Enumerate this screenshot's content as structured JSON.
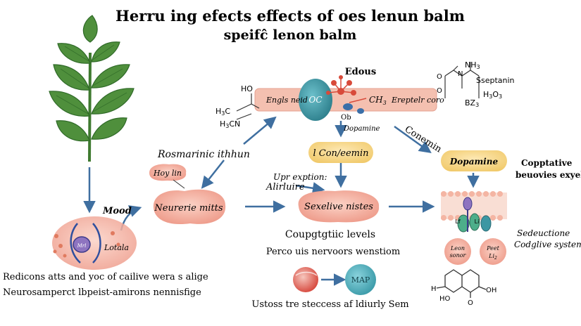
{
  "title": {
    "line1": "Herru ing efects effects of oes lenun balm",
    "line2": "speifĉ lenon balm"
  },
  "labels": {
    "edous": "Edous",
    "engls_neid": "Engls neid",
    "oc": "OC",
    "ch3": "CH",
    "ch3_sub": "3",
    "ereptelr_coro": "Ereptelr coro",
    "ob": "Ob",
    "dopamine_small": "Dopamine",
    "conemin": "Conemin",
    "con_eemin": "l Con/eemin",
    "dopamine_pill": "Dopamine",
    "copptative_line1": "Copptative",
    "copptative_line2": "beuovies exyeh",
    "rosmarinic": "Rosmarinic ithhun",
    "hoyhin": "Hoy lin",
    "upr_exption": "Upr exption:",
    "alirluire": "Alirluire",
    "mood": "Mood",
    "neurerie_mitts": "Neurerie mitts",
    "sexelive_nistes": "Sexelive nistes",
    "coupgtic_levels": "Coupgtgtiic levels",
    "perco_nervoors": "Perco uis nervoors wenstiom",
    "lotala": "Lotala",
    "mrl": "Mrl",
    "sedeuctione_line1": "Sedeuctione",
    "sedeuctione_line2": "Codglive system",
    "leon_line1": "Leon",
    "leon_line2": "sonor",
    "peet_line1": "Peet",
    "peet_line2": "Li",
    "peet_line2_sub": "2",
    "lf": "Lf",
    "li": "Li",
    "reducons_line1": "Redicons atts and yoc of cailive wera s alige",
    "reducons_line2": "Neurosamperct lbpeist-amirons nennisfige",
    "map": "MAP",
    "ustoss": "Ustoss tre steccess af ldiurly Sem"
  },
  "chem": {
    "ho_top": "HO",
    "h3c_1": "H",
    "h3c_1_sub": "3",
    "h3c_1_rest": "C",
    "h3cn": "H",
    "h3cn_sub": "3",
    "h3cn_rest": "CN",
    "nh3": "NH",
    "nh3_sub": "3",
    "o_left": "O",
    "o_left2": "O",
    "n_right": "N",
    "sseptanin": "Sseptanin",
    "h3o3": "H",
    "h3o3_sub": "3",
    "h3o3_rest": "O",
    "h3o3_sub2": "3",
    "bz3": "BZ",
    "bz3_sub": "3",
    "h_bottom": "H",
    "oh_bottom": "OH",
    "ho_bottom": "HO",
    "o_bottom": "O"
  },
  "colors": {
    "arrow": "#3f6fa0",
    "pink_shape": "#f1a596",
    "pink_shape_dark": "#e08576",
    "band": "#f4c0b0",
    "teal": "#3d97a3",
    "yellow_pill": "#f6d890",
    "leaf": "#4f8f3c",
    "leaf_dark": "#2f6a28",
    "membrane": "#f5c8b8"
  }
}
